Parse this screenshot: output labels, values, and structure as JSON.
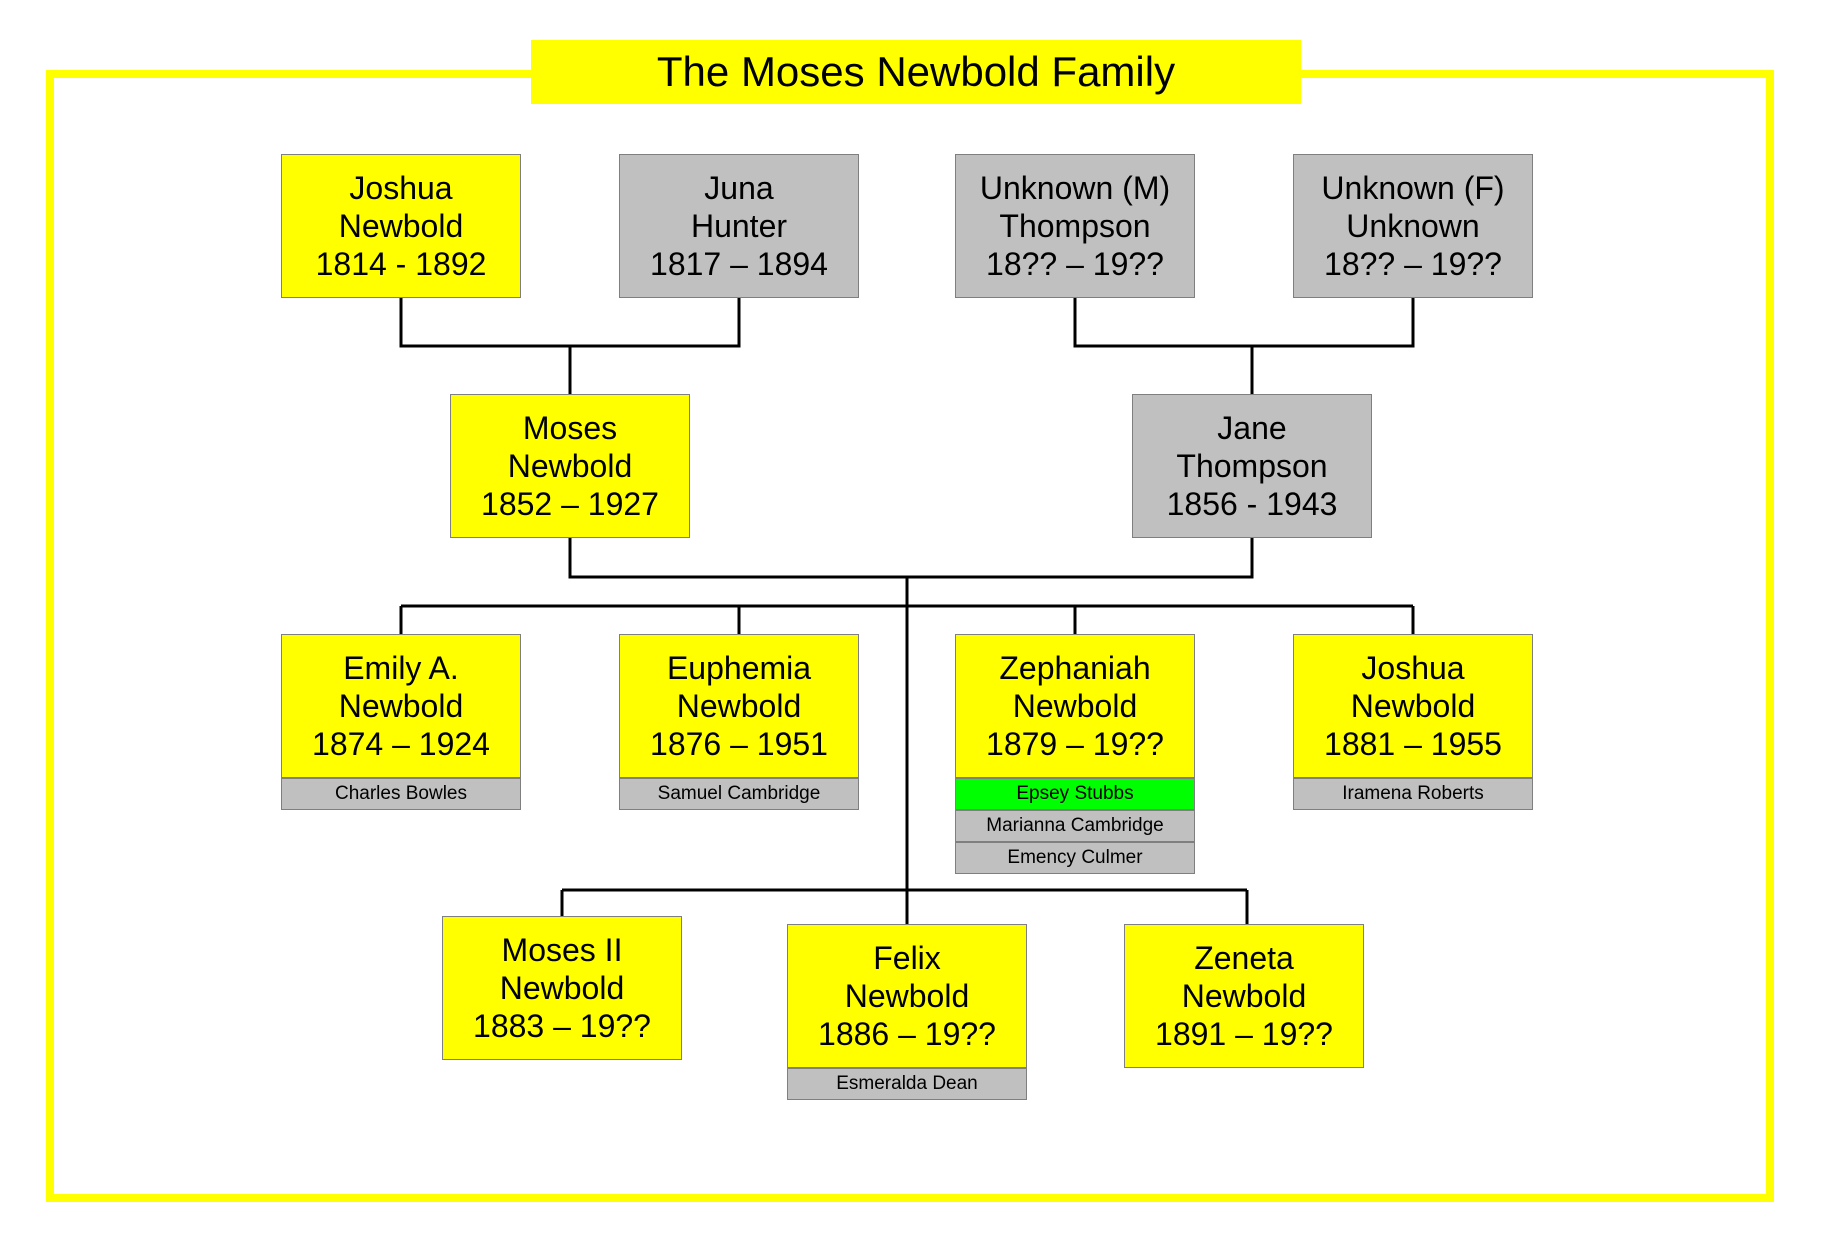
{
  "title": "The Moses Newbold Family",
  "colors": {
    "frame": "#ffff00",
    "newbold_box": "#ffff00",
    "other_box": "#c0c0c0",
    "highlight_spouse": "#00ff00",
    "line": "#000000"
  },
  "grandparents": [
    {
      "first": "Joshua",
      "last": "Newbold",
      "dates": "1814 - 1892",
      "type": "newbold"
    },
    {
      "first": "Juna",
      "last": "Hunter",
      "dates": "1817 – 1894",
      "type": "other"
    },
    {
      "first": "Unknown (M)",
      "last": "Thompson",
      "dates": "18?? – 19??",
      "type": "other"
    },
    {
      "first": "Unknown (F)",
      "last": "Unknown",
      "dates": "18?? – 19??",
      "type": "other"
    }
  ],
  "parents": [
    {
      "first": "Moses",
      "last": "Newbold",
      "dates": "1852 – 1927",
      "type": "newbold"
    },
    {
      "first": "Jane",
      "last": "Thompson",
      "dates": "1856 - 1943",
      "type": "other"
    }
  ],
  "children": [
    {
      "first": "Emily A.",
      "last": "Newbold",
      "dates": "1874 – 1924",
      "spouses": [
        {
          "name": "Charles Bowles"
        }
      ]
    },
    {
      "first": "Euphemia",
      "last": "Newbold",
      "dates": "1876 – 1951",
      "spouses": [
        {
          "name": "Samuel Cambridge"
        }
      ]
    },
    {
      "first": "Zephaniah",
      "last": "Newbold",
      "dates": "1879 – 19??",
      "spouses": [
        {
          "name": "Epsey Stubbs",
          "highlight": true
        },
        {
          "name": "Marianna Cambridge"
        },
        {
          "name": "Emency Culmer"
        }
      ]
    },
    {
      "first": "Joshua",
      "last": "Newbold",
      "dates": "1881 – 1955",
      "spouses": [
        {
          "name": "Iramena Roberts"
        }
      ]
    },
    {
      "first": "Moses II",
      "last": "Newbold",
      "dates": "1883 – 19??",
      "spouses": []
    },
    {
      "first": "Felix",
      "last": "Newbold",
      "dates": "1886 – 19??",
      "spouses": [
        {
          "name": "Esmeralda Dean"
        }
      ]
    },
    {
      "first": "Zeneta",
      "last": "Newbold",
      "dates": "1891 – 19??",
      "spouses": []
    }
  ]
}
